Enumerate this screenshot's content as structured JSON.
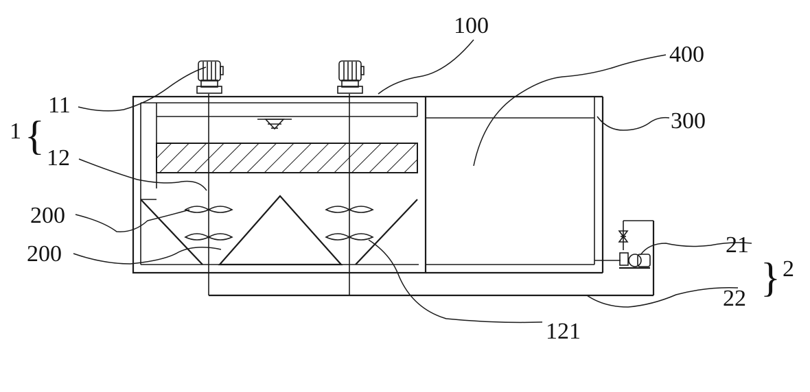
{
  "labels": {
    "ref_100": "100",
    "ref_400": "400",
    "ref_300": "300",
    "ref_11": "11",
    "ref_12": "12",
    "ref_1": "1",
    "ref_200_upper": "200",
    "ref_200_lower": "200",
    "ref_121": "121",
    "ref_21": "21",
    "ref_22": "22",
    "ref_2": "2"
  },
  "icons": {
    "motor": "motor-icon",
    "pump": "pump-icon",
    "valve": "valve-icon",
    "water_level": "water-level-icon",
    "impeller": "impeller-icon"
  },
  "colors": {
    "line": "#1a1a1a",
    "background": "#ffffff"
  }
}
